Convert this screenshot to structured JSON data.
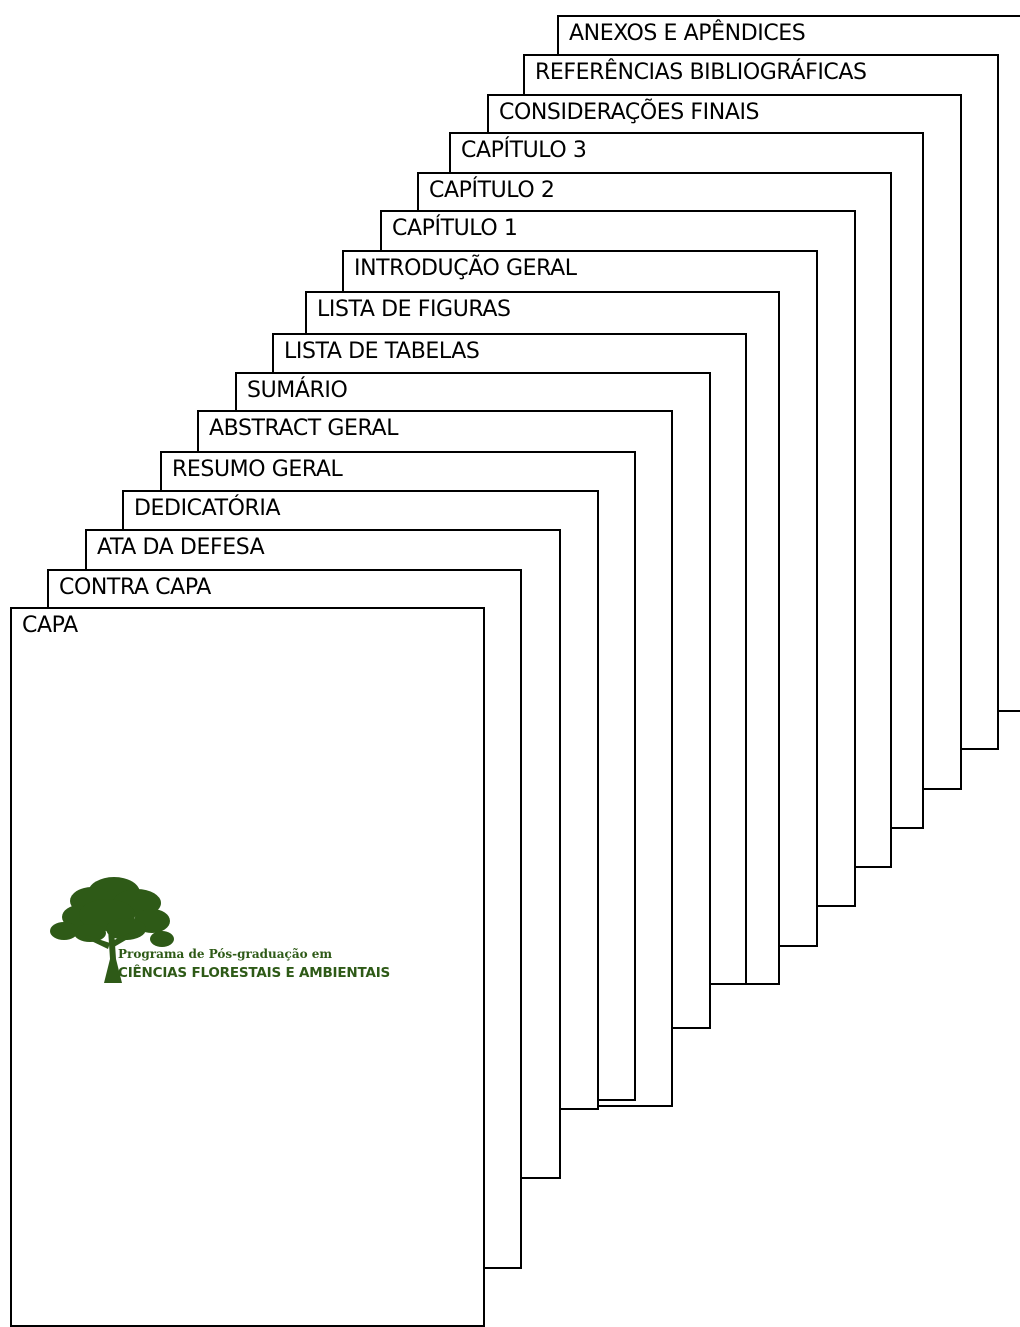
{
  "pages": [
    "CAPA",
    "CONTRA CAPA",
    "ATA DA DEFESA",
    "DEDICATÓRIA",
    "RESUMO GERAL",
    "ABSTRACT GERAL",
    "SUMÁRIO",
    "LISTA DE TABELAS",
    "LISTA DE FIGURAS",
    "INTRODUÇÃO GERAL",
    "CAPÍTULO 1",
    "CAPÍTULO 2",
    "CAPÍTULO 3",
    "CONSIDERAÇÕES FINAIS",
    "REFERÊNCIAS BIBLIOGRÁFICAS",
    "ANEXOS E APÊNDICES"
  ],
  "logo": {
    "line1": "Programa de Pós-graduação em",
    "line2": "CIÊNCIAS FLORESTAIS E AMBIENTAIS",
    "color": "#2e5a17"
  },
  "colors": {
    "border": "#000000",
    "background": "#ffffff",
    "text": "#000000"
  }
}
